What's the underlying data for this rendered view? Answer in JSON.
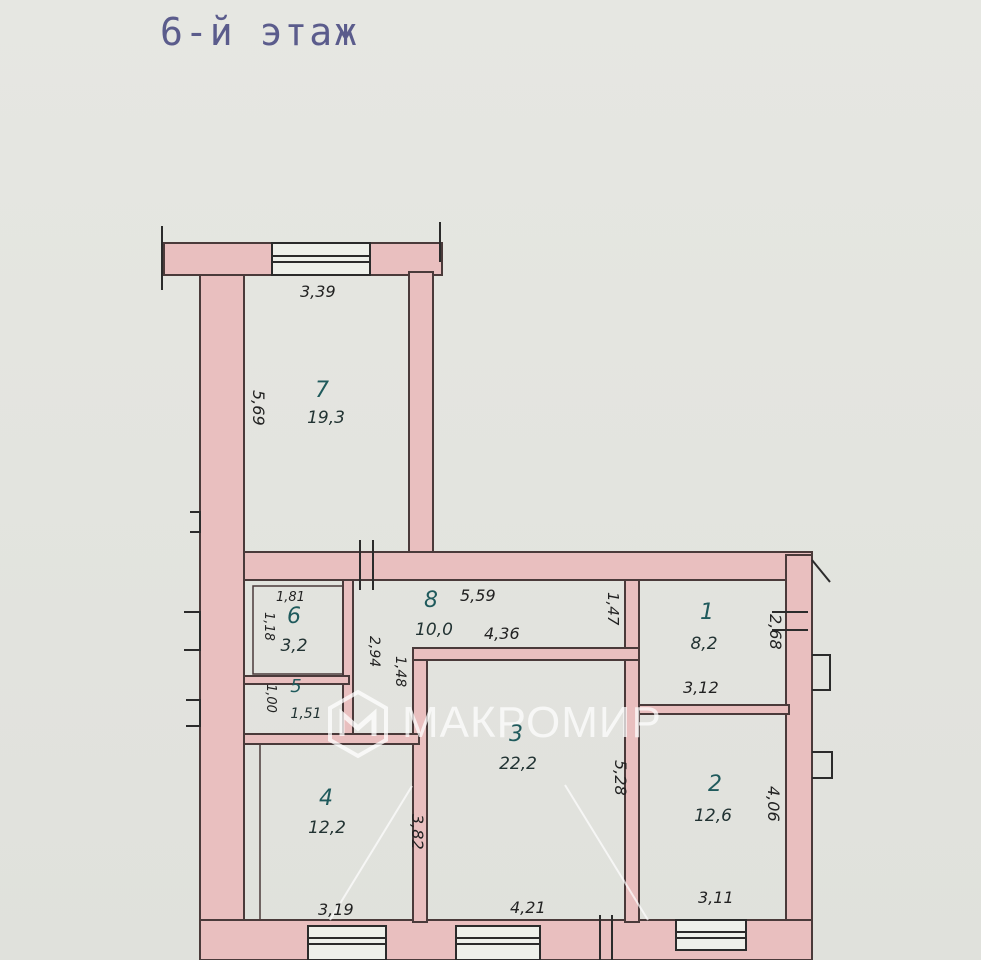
{
  "title": "6-й этаж",
  "watermark": {
    "text": "МАКРОМИР",
    "logo_icon": "makromir-logo-icon"
  },
  "colors": {
    "wall_fill": "#e9bfbf",
    "wall_stroke": "#4a3a3a",
    "room_number": "#1f5a5c",
    "title": "#5b5c8c"
  },
  "rooms": [
    {
      "id": "1",
      "number": "1",
      "area": "8,2"
    },
    {
      "id": "2",
      "number": "2",
      "area": "12,6"
    },
    {
      "id": "3",
      "number": "3",
      "area": "22,2"
    },
    {
      "id": "4",
      "number": "4",
      "area": "12,2"
    },
    {
      "id": "5",
      "number": "5",
      "area": "1,51"
    },
    {
      "id": "6",
      "number": "6",
      "area": "3,2"
    },
    {
      "id": "7",
      "number": "7",
      "area": "19,3"
    },
    {
      "id": "8",
      "number": "8",
      "area": "10,0"
    }
  ],
  "dimensions": {
    "room7_width": "3,39",
    "room7_length": "5,69",
    "room6_width": "1,81",
    "room6_length": "1,18",
    "corridor_length": "5,59",
    "corridor_inner": "4,36",
    "corridor_side": "1,47",
    "corridor_vertical": "2,94",
    "room5_length": "1,00",
    "room5_partition": "1,48",
    "room1_length": "2,68",
    "room1_width": "3,12",
    "room3_length": "5,28",
    "room2_length": "4,06",
    "room4_length": "3,82",
    "room4_width": "3,19",
    "room3_width": "4,21",
    "room2_width": "3,11"
  }
}
